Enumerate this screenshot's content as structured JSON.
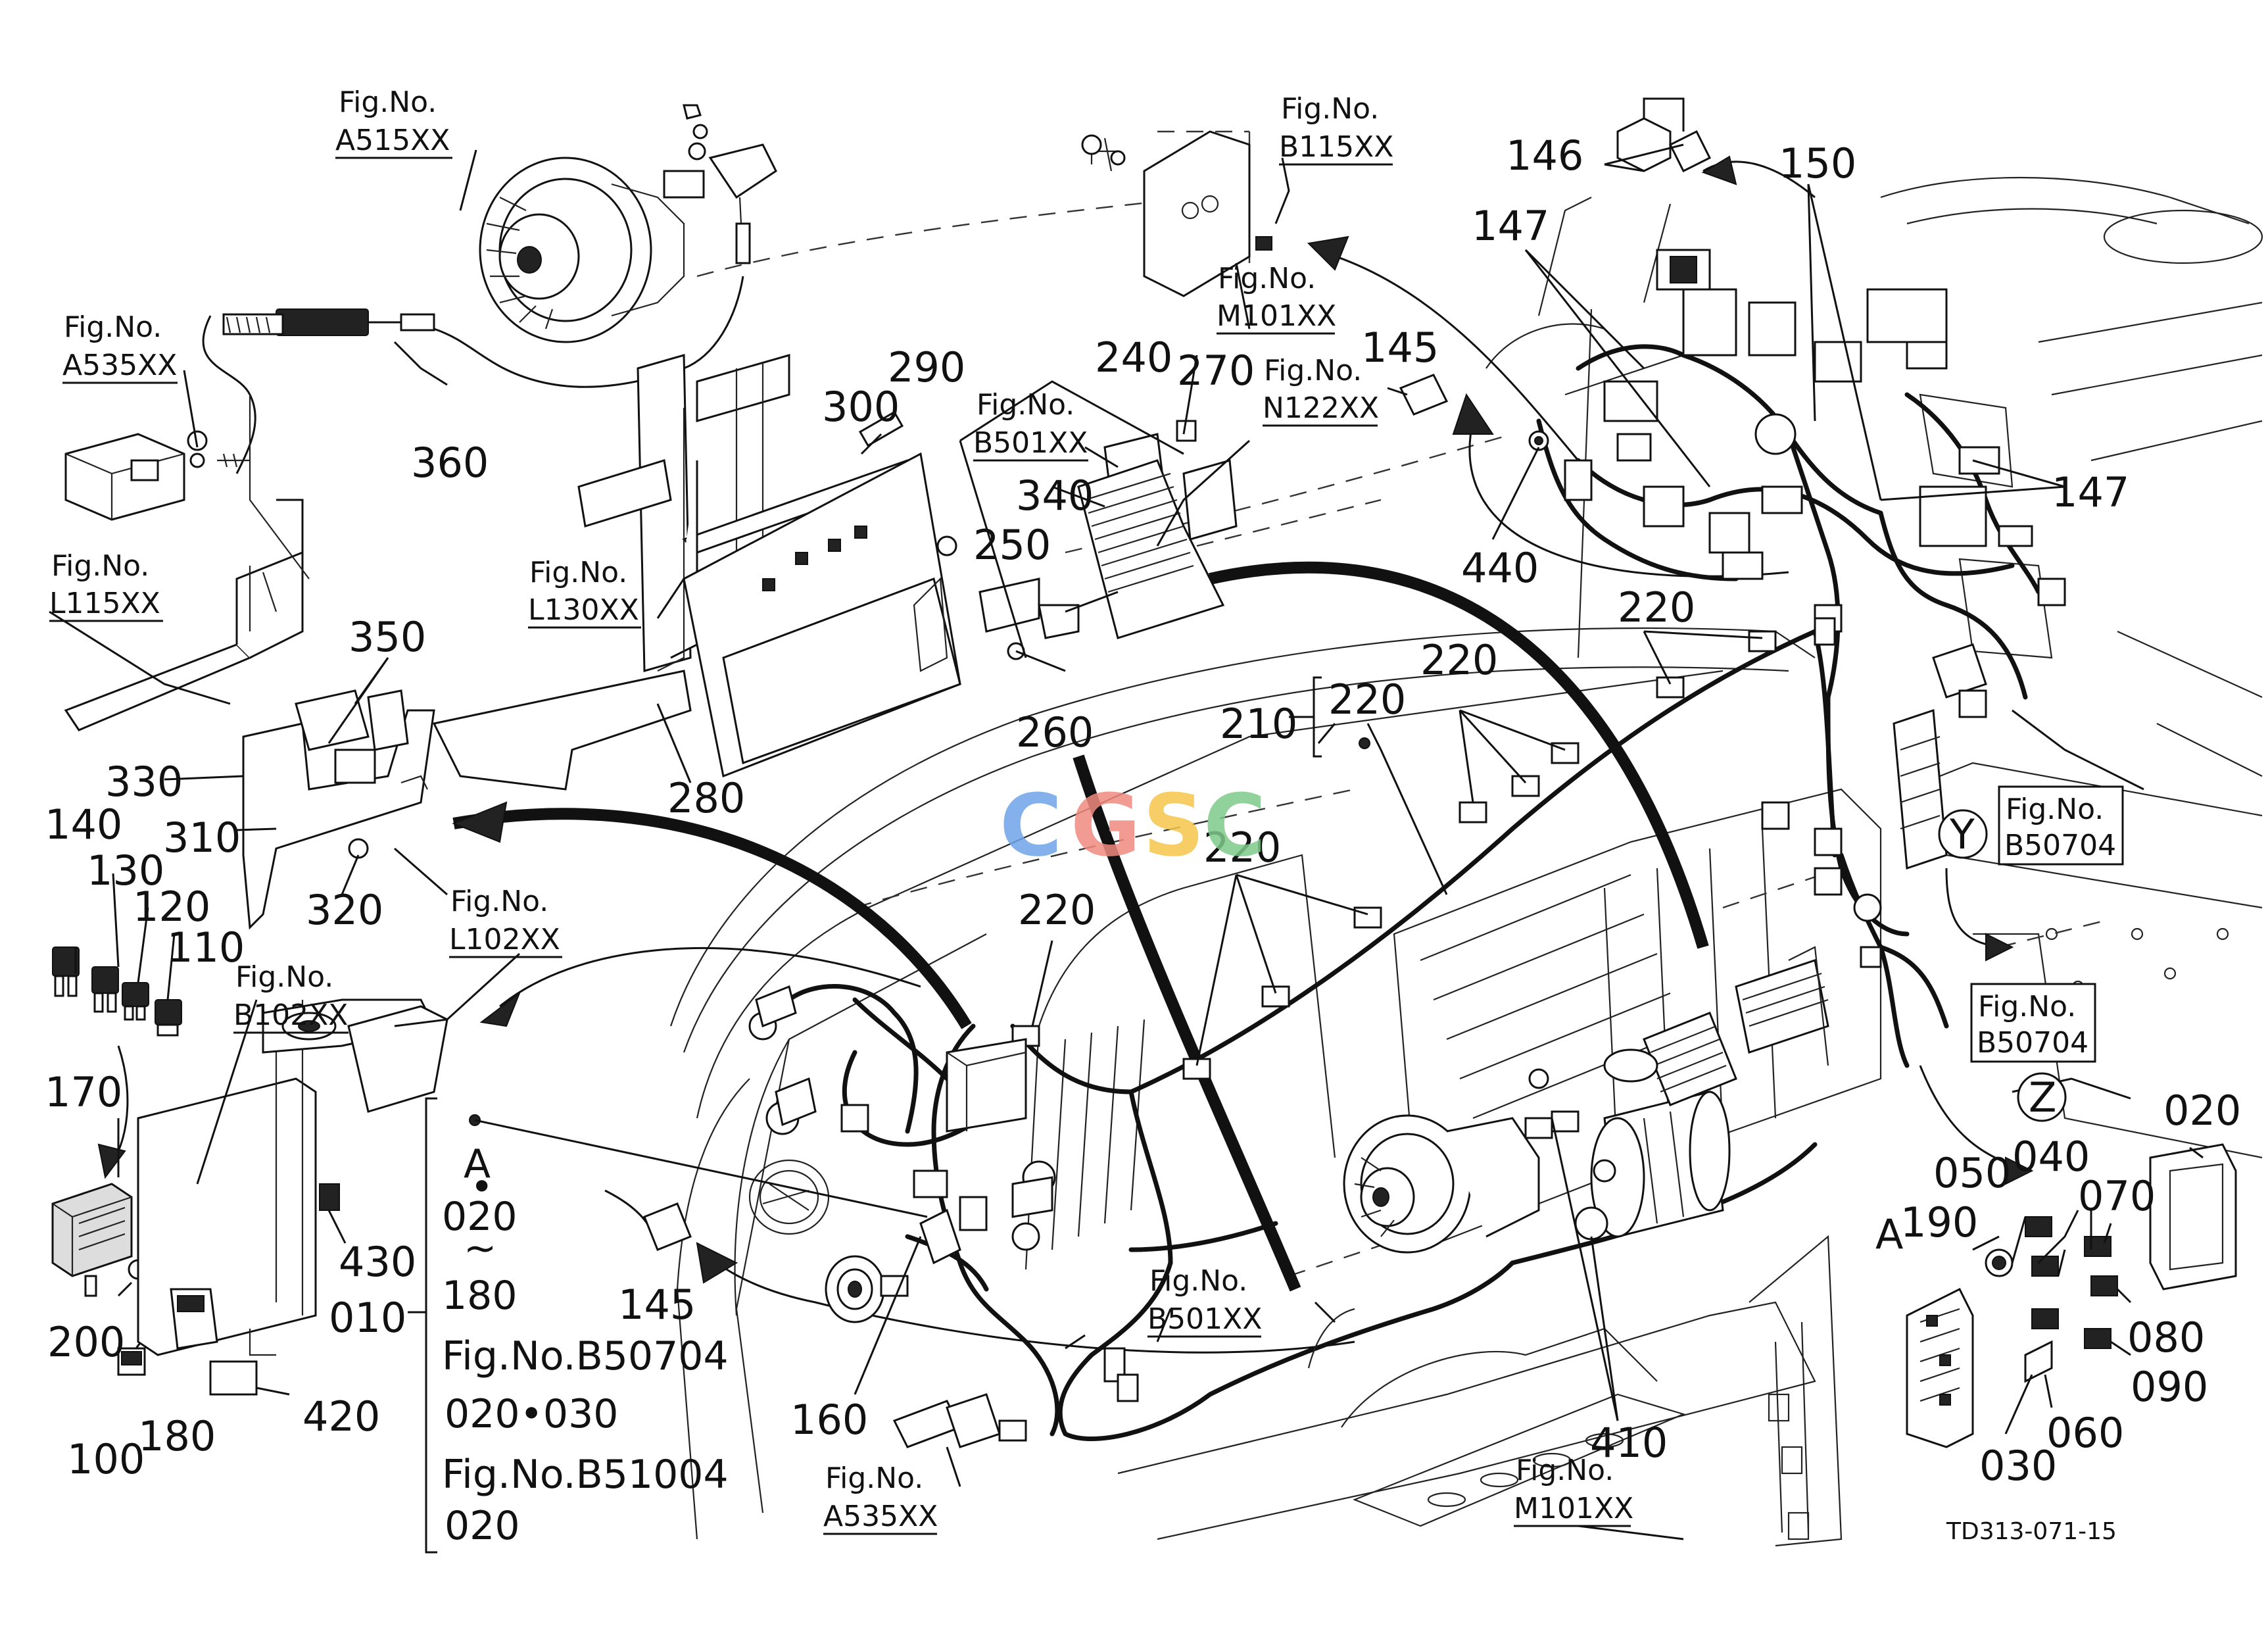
{
  "drawing_code": "TD313-071-15",
  "watermark": [
    "C",
    "G",
    "S",
    "C"
  ],
  "watermark_colors": [
    "#6fa3e8",
    "#f08a80",
    "#f5c64b",
    "#7ec98a"
  ],
  "part_numbers": {
    "p360": "360",
    "p350": "350",
    "p330": "330",
    "p310": "310",
    "p320": "320",
    "p140": "140",
    "p130": "130",
    "p120": "120",
    "p110": "110",
    "p170": "170",
    "p200": "200",
    "p180": "180",
    "p100": "100",
    "p430": "430",
    "p420": "420",
    "p300": "300",
    "p290": "290",
    "p280": "280",
    "p240": "240",
    "p270": "270",
    "p340": "340",
    "p250": "250",
    "p260": "260",
    "p145a": "145",
    "p145b": "145",
    "p146": "146",
    "p147a": "147",
    "p147b": "147",
    "p150": "150",
    "p440": "440",
    "p210": "210",
    "p220a": "220",
    "p220b": "220",
    "p220c": "220",
    "p220d": "220",
    "p220e": "220",
    "p160": "160",
    "p410": "410",
    "p020": "020",
    "p050": "050",
    "p040": "040",
    "p070": "070",
    "p190": "190",
    "p080": "080",
    "p090": "090",
    "p060": "060",
    "p030": "030"
  },
  "figure_refs": {
    "a515": {
      "label": "Fig.No.",
      "code": "A515XX"
    },
    "a535_top": {
      "label": "Fig.No.",
      "code": "A535XX"
    },
    "l115": {
      "label": "Fig.No.",
      "code": "L115XX"
    },
    "l130": {
      "label": "Fig.No.",
      "code": "L130XX"
    },
    "b501_top": {
      "label": "Fig.No.",
      "code": "B501XX"
    },
    "b115": {
      "label": "Fig.No.",
      "code": "B115XX"
    },
    "m101_top": {
      "label": "Fig.No.",
      "code": "M101XX"
    },
    "n122": {
      "label": "Fig.No.",
      "code": "N122XX"
    },
    "l102": {
      "label": "Fig.No.",
      "code": "L102XX"
    },
    "b102": {
      "label": "Fig.No.",
      "code": "B102XX"
    },
    "b50704_y": {
      "label": "Fig.No.",
      "code": "B50704"
    },
    "b50704_z": {
      "label": "Fig.No.",
      "code": "B50704"
    },
    "b501_bottom": {
      "label": "Fig.No.",
      "code": "B501XX"
    },
    "a535_bottom": {
      "label": "Fig.No.",
      "code": "A535XX"
    },
    "m101_bottom": {
      "label": "Fig.No.",
      "code": "M101XX"
    }
  },
  "view_markers": {
    "y": "Y",
    "z": "Z",
    "a": "A"
  },
  "group_010": {
    "number": "010",
    "line1": "A",
    "line2": "•",
    "line3": "020",
    "line4": "~",
    "line5": "180",
    "line6": "Fig.No.B50704",
    "line7": "020•030",
    "line8": "Fig.No.B51004",
    "line9": "020"
  }
}
